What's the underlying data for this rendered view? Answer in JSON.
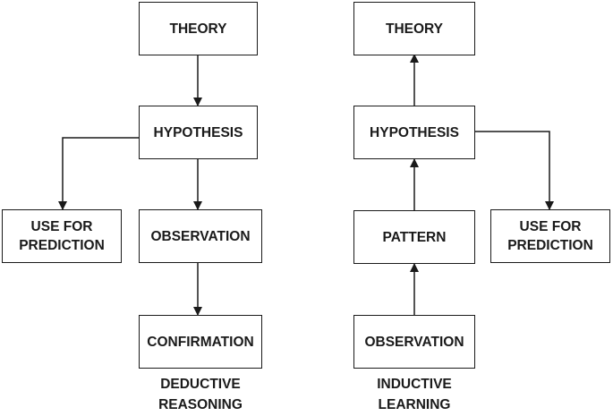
{
  "deductive": {
    "theory": "THEORY",
    "hypothesis": "HYPOTHESIS",
    "prediction": "USE FOR\nPREDICTION",
    "observation": "OBSERVATION",
    "confirmation": "CONFIRMATION",
    "caption": "DEDUCTIVE\nREASONING"
  },
  "inductive": {
    "theory": "THEORY",
    "hypothesis": "HYPOTHESIS",
    "pattern": "PATTERN",
    "prediction": "USE FOR\nPREDICTION",
    "observation": "OBSERVATION",
    "caption": "INDUCTIVE\nLEARNING"
  },
  "colors": {
    "stroke": "#1a1a1a",
    "background": "#ffffff"
  }
}
